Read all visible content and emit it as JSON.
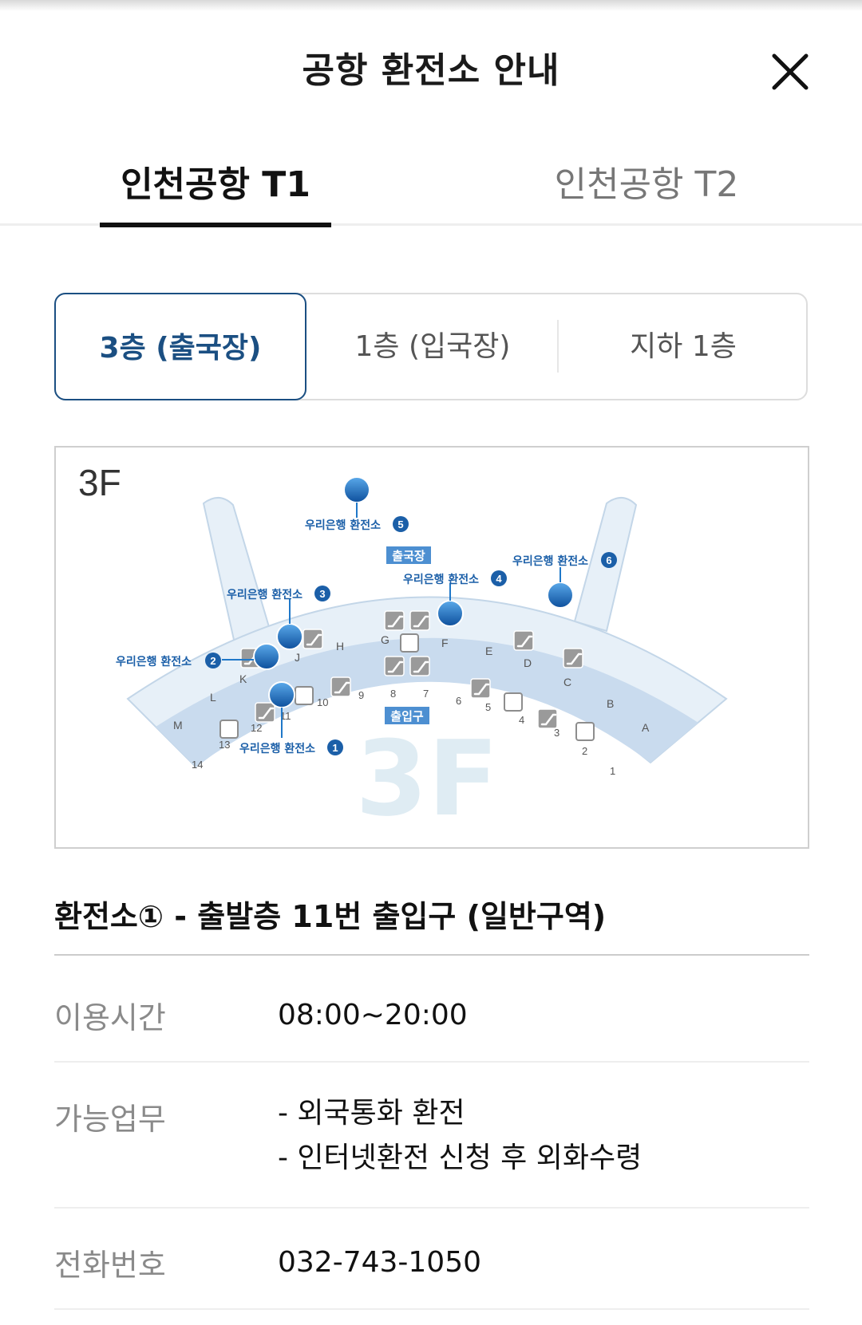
{
  "header": {
    "title": "공항 환전소 안내",
    "close_icon": "close-icon"
  },
  "tabs": [
    {
      "label": "인천공항 T1",
      "active": true
    },
    {
      "label": "인천공항 T2",
      "active": false
    }
  ],
  "floors": [
    {
      "label": "3층 (출국장)",
      "active": true
    },
    {
      "label": "1층 (입국장)",
      "active": false
    },
    {
      "label": "지하 1층",
      "active": false
    }
  ],
  "map": {
    "floor_label": "3F",
    "watermark": "3F",
    "departure_label": "출국장",
    "entrance_label": "출입구",
    "exchanges": [
      {
        "label": "우리은행 환전소",
        "number": "1"
      },
      {
        "label": "우리은행 환전소",
        "number": "2"
      },
      {
        "label": "우리은행 환전소",
        "number": "3"
      },
      {
        "label": "우리은행 환전소",
        "number": "4"
      },
      {
        "label": "우리은행 환전소",
        "number": "5"
      },
      {
        "label": "우리은행 환전소",
        "number": "6"
      }
    ],
    "zones": [
      "A",
      "B",
      "C",
      "D",
      "E",
      "F",
      "G",
      "H",
      "J",
      "K",
      "L",
      "M"
    ],
    "gates": [
      "1",
      "2",
      "3",
      "4",
      "5",
      "6",
      "7",
      "8",
      "9",
      "10",
      "11",
      "12",
      "13",
      "14"
    ],
    "colors": {
      "terminal": "#dce8f4",
      "outline": "#b8cde3",
      "marker": "#1f78c9",
      "label": "#1b5fa8",
      "watermark": "#dfecf3"
    }
  },
  "detail": {
    "title": "환전소① - 출발층 11번 출입구 (일반구역)",
    "hours_label": "이용시간",
    "hours_value": "08:00~20:00",
    "services_label": "가능업무",
    "services": [
      "- 외국통화 환전",
      "- 인터넷환전 신청 후 외화수령"
    ],
    "phone_label": "전화번호",
    "phone_value": "032-743-1050"
  }
}
